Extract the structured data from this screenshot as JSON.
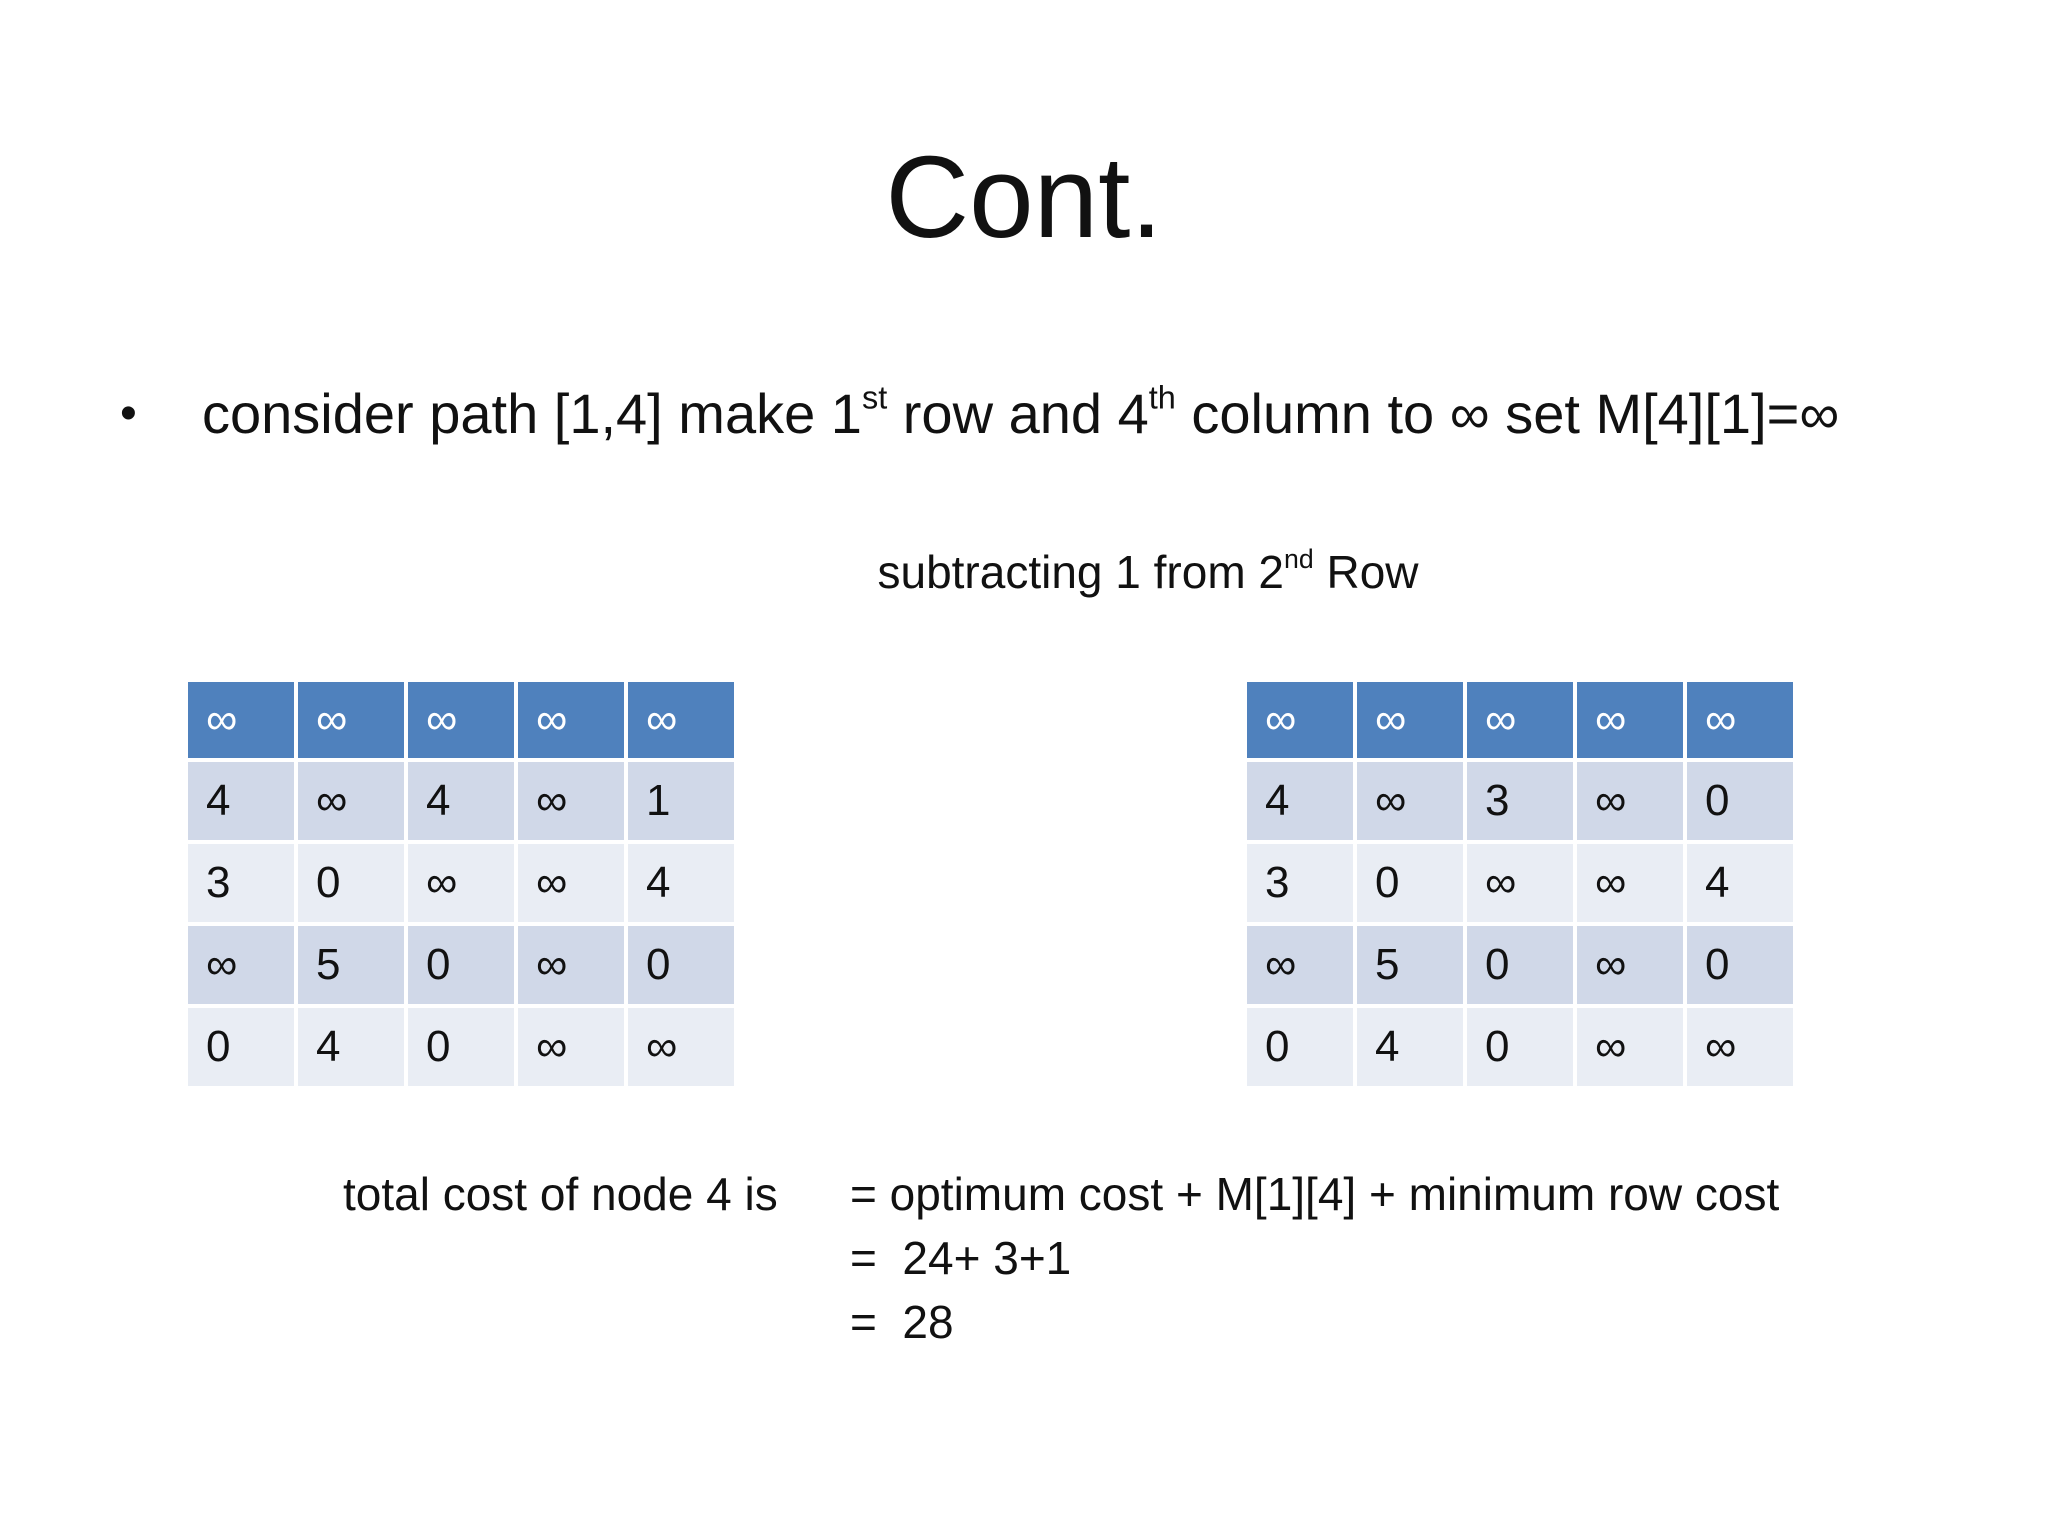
{
  "slide": {
    "title": "Cont.",
    "bullet": {
      "marker": "•",
      "part1": "consider path [1,4] make 1",
      "sup1": "st",
      "part2": " row and  4",
      "sup2": "th",
      "part3": " column to ∞  set M[4][1]=∞"
    },
    "subtitle": {
      "text": "subtracting 1 from 2",
      "sup": "nd",
      "text2": " Row"
    },
    "matrix_left": {
      "rows": [
        [
          "∞",
          "∞",
          "∞",
          "∞",
          "∞"
        ],
        [
          "4",
          "∞",
          "4",
          "∞",
          "1"
        ],
        [
          "3",
          "0",
          "∞",
          "∞",
          "4"
        ],
        [
          "∞",
          "5",
          "0",
          "∞",
          "0"
        ],
        [
          "0",
          "4",
          "0",
          "∞",
          "∞"
        ]
      ]
    },
    "matrix_right": {
      "rows": [
        [
          "∞",
          "∞",
          "∞",
          "∞",
          "∞"
        ],
        [
          "4",
          "∞",
          "3",
          "∞",
          "0"
        ],
        [
          "3",
          "0",
          "∞",
          "∞",
          "4"
        ],
        [
          "∞",
          "5",
          "0",
          "∞",
          "0"
        ],
        [
          "0",
          "4",
          "0",
          "∞",
          "∞"
        ]
      ]
    },
    "cost": {
      "label": "total cost of node 4 is",
      "line1": "= optimum cost + M[1][4] + minimum row cost",
      "line2": "=  24+ 3+1",
      "line3": "=  28"
    },
    "colors": {
      "header": "#4f81bd",
      "row_dark": "#d0d8e8",
      "row_light": "#e9edf4"
    }
  }
}
